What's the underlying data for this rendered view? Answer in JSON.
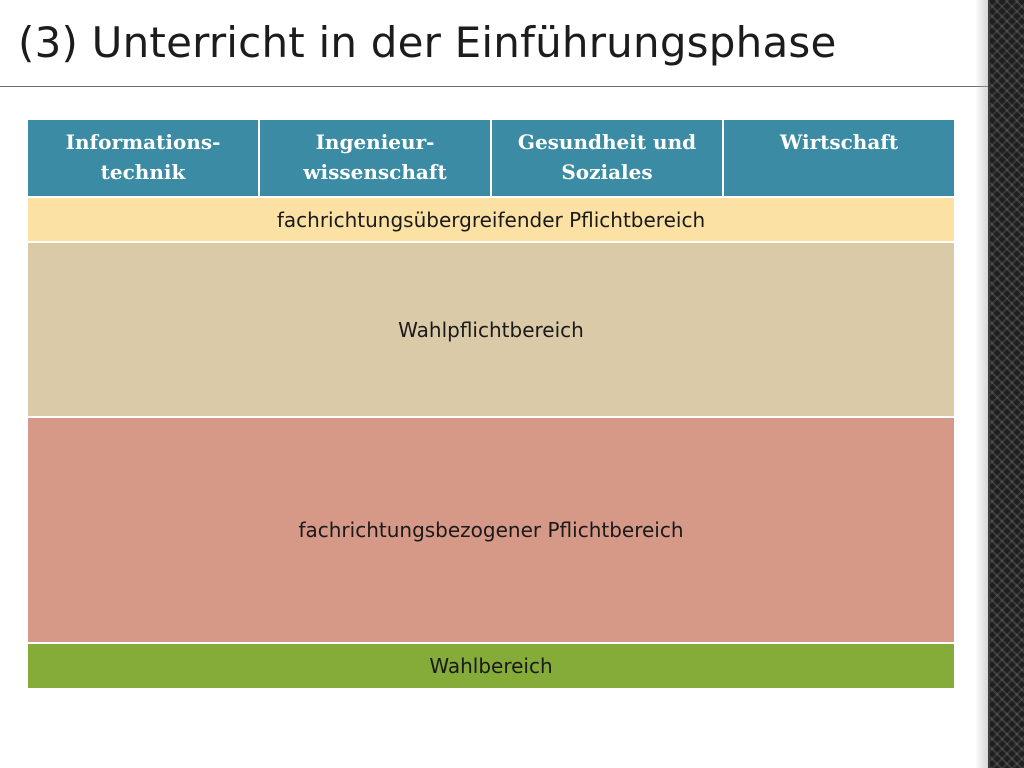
{
  "slide": {
    "title": "(3)  Unterricht in der Einführungsphase"
  },
  "table": {
    "headers": [
      "Informations-technik",
      "Ingenieur-wissenschaft",
      "Gesundheit und Soziales",
      "Wirtschaft"
    ],
    "rows": [
      {
        "label": "fachrichtungsübergreifender Pflichtbereich",
        "color": "#fce1a4"
      },
      {
        "label": "Wahlpflichtbereich",
        "color": "#dbcaa7"
      },
      {
        "label": "fachrichtungsbezogener Pflichtbereich",
        "color": "#d69887"
      },
      {
        "label": "Wahlbereich",
        "color": "#85ab39"
      }
    ],
    "header_color": "#3a8ba3"
  }
}
